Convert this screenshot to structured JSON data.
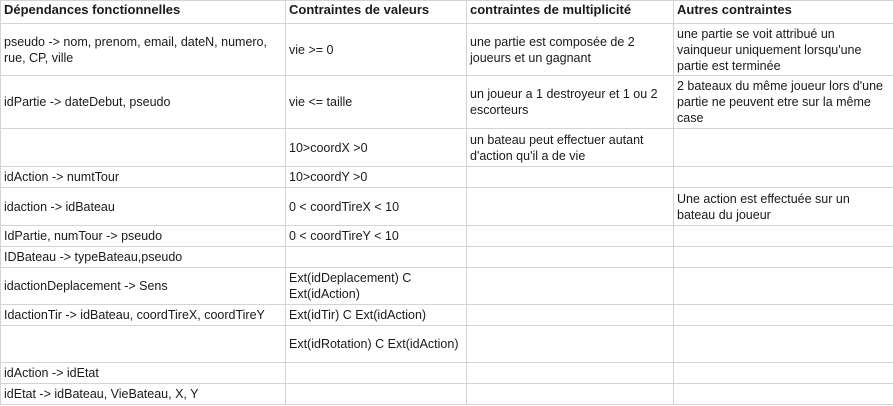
{
  "headers": [
    "Dépendances fonctionnelles",
    "Contraintes de valeurs",
    "contraintes de multiplicité",
    "Autres contraintes"
  ],
  "rows": [
    [
      "pseudo -> nom, prenom, email, dateN, numero, rue, CP, ville",
      "vie >= 0",
      "une partie est composée de 2 joueurs et un gagnant",
      "une partie se voit attribué un vainqueur uniquement lorsqu'une partie est terminée"
    ],
    [
      "idPartie -> dateDebut, pseudo",
      "vie <= taille",
      "un joueur a 1 destroyeur et 1 ou 2 escorteurs",
      "2 bateaux du même joueur lors d'une partie ne peuvent etre sur la même case"
    ],
    [
      "",
      "10>coordX >0",
      "un bateau peut effectuer autant d'action qu'il a de vie",
      ""
    ],
    [
      "idAction -> numtTour",
      "10>coordY >0",
      "",
      ""
    ],
    [
      "idaction -> idBateau",
      "0 < coordTireX < 10",
      "",
      "Une action est effectuée sur un bateau du joueur"
    ],
    [
      "IdPartie, numTour -> pseudo",
      "0 < coordTireY < 10",
      "",
      ""
    ],
    [
      "IDBateau -> typeBateau,pseudo",
      "",
      "",
      ""
    ],
    [
      "idactionDeplacement ->  Sens",
      "Ext(idDeplacement) C Ext(idAction)",
      "",
      ""
    ],
    [
      "IdactionTir ->  idBateau, coordTireX, coordTireY",
      "Ext(idTir) C Ext(idAction)",
      "",
      ""
    ],
    [
      "",
      "Ext(idRotation) C Ext(idAction)",
      "",
      ""
    ],
    [
      "idAction -> idEtat",
      "",
      "",
      ""
    ],
    [
      "idEtat -> idBateau, VieBateau, X, Y",
      "",
      "",
      ""
    ]
  ]
}
